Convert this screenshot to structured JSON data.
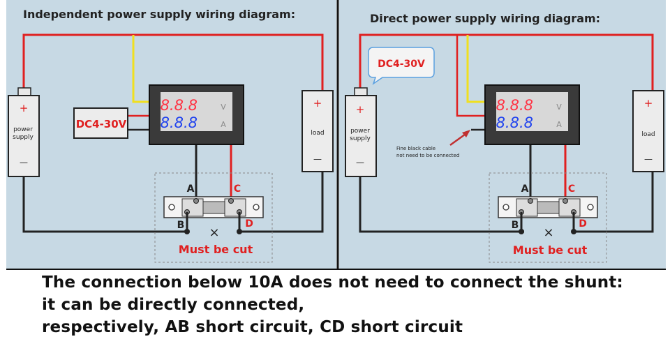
{
  "colors": {
    "panel_bg": "#c7d9e4",
    "wire_red": "#e02020",
    "wire_yellow": "#f0e020",
    "wire_black": "#222222",
    "label_red": "#e02020",
    "seg_red": "#ff3344",
    "seg_blue": "#2244ee",
    "callout_blue": "#5aa0e0"
  },
  "left_panel": {
    "title": "Independent power supply wiring diagram:",
    "supply": {
      "plus": "+",
      "label_line1": "power",
      "label_line2": "supply",
      "minus": "—"
    },
    "dc_box": "DC4-30V",
    "meter": {
      "top": "8.8.8",
      "top_unit": "V",
      "bottom": "8.8.8",
      "bottom_unit": "A"
    },
    "load": {
      "plus": "+",
      "label": "load",
      "minus": "—"
    },
    "shunt": {
      "a": "A",
      "b": "B",
      "c": "C",
      "d": "D",
      "cross": "×"
    },
    "must_cut": "Must be cut"
  },
  "right_panel": {
    "title": "Direct power supply wiring diagram:",
    "callout": "DC4-30V",
    "supply": {
      "plus": "+",
      "label_line1": "power",
      "label_line2": "supply",
      "minus": "—"
    },
    "meter": {
      "top": "8.8.8",
      "top_unit": "V",
      "bottom": "8.8.8",
      "bottom_unit": "A"
    },
    "note_line1": "Fine black cable",
    "note_line2": "not need to be connected",
    "load": {
      "plus": "+",
      "label": "load",
      "minus": "—"
    },
    "shunt": {
      "a": "A",
      "b": "B",
      "c": "C",
      "d": "D",
      "cross": "×"
    },
    "must_cut": "Must be cut"
  },
  "caption": {
    "line1": "The connection below 10A does not need to connect the shunt:",
    "line2": "it can be directly connected,",
    "line3": "respectively, AB short circuit, CD short circuit"
  }
}
